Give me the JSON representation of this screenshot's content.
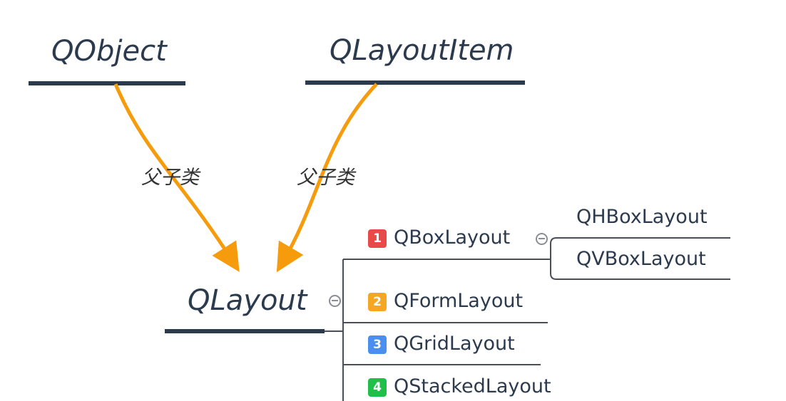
{
  "nodes": {
    "qobject": "QObject",
    "qlayoutitem": "QLayoutItem",
    "qlayout": "QLayout"
  },
  "edge_labels": {
    "left": "父子类",
    "right": "父子类"
  },
  "children": [
    {
      "num": "1",
      "label": "QBoxLayout",
      "color": "#e84a4a"
    },
    {
      "num": "2",
      "label": "QFormLayout",
      "color": "#f5a623"
    },
    {
      "num": "3",
      "label": "QGridLayout",
      "color": "#4a8ef0"
    },
    {
      "num": "4",
      "label": "QStackedLayout",
      "color": "#1fbf4a"
    }
  ],
  "grandchildren": [
    "QHBoxLayout",
    "QVBoxLayout"
  ],
  "colors": {
    "arrow": "#f59b0c",
    "node_underline": "#2b3a4d",
    "branch_line": "#4a4f57"
  }
}
